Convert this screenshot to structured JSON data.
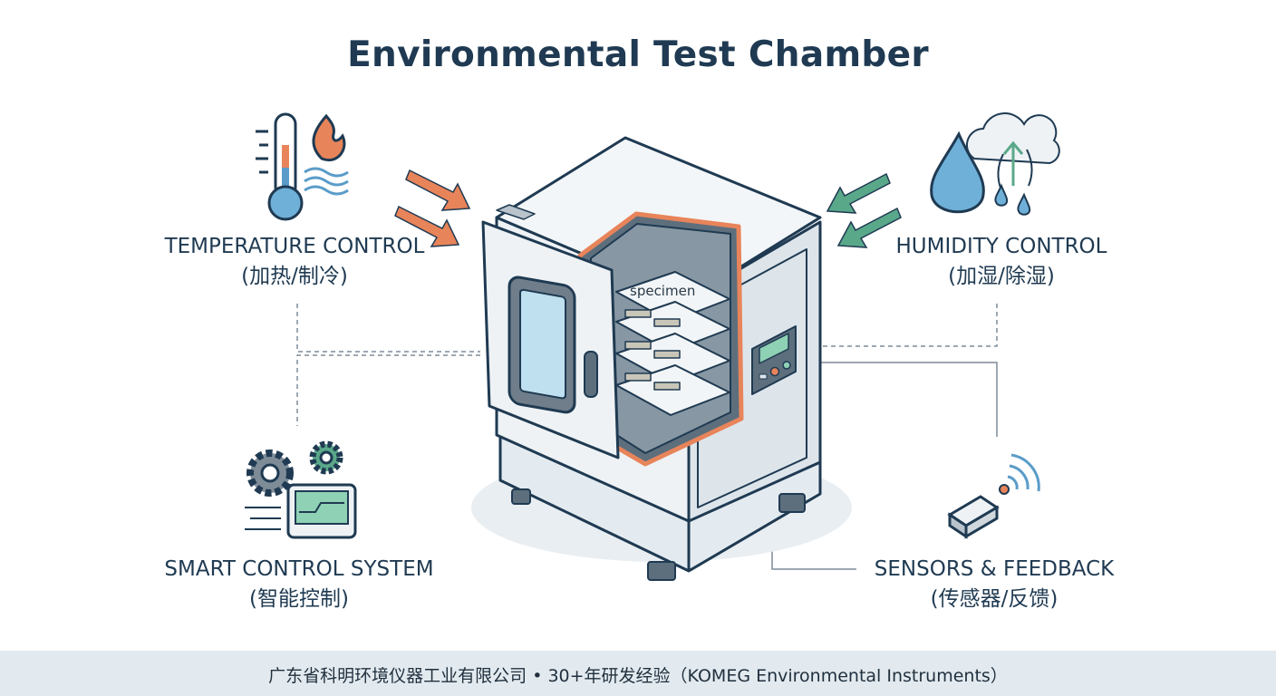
{
  "title": "Environmental Test Chamber",
  "chamber": {
    "specimen_label": "specimen"
  },
  "features": [
    {
      "name": "TEMPERATURE CONTROL",
      "sub": "(加热/制冷)",
      "icon": "thermometer-flame-icon",
      "accent": "#e8845a"
    },
    {
      "name": "HUMIDITY CONTROL",
      "sub": "(加湿/除湿)",
      "icon": "water-drop-cloud-icon",
      "accent": "#5aa88a"
    },
    {
      "name": "SMART CONTROL SYSTEM",
      "sub": "(智能控制)",
      "icon": "gears-screen-icon",
      "accent": "#5aa88a"
    },
    {
      "name": "SENSORS & FEEDBACK",
      "sub": "(传感器/反馈)",
      "icon": "wireless-sensor-icon",
      "accent": "#e8845a"
    }
  ],
  "footer": {
    "text": "广东省科明环境仪器工业有限公司 • 30+年研发经验（KOMEG Environmental Instruments）"
  },
  "colors": {
    "primary": "#1f3a52",
    "orange": "#e8845a",
    "green": "#5aa88a",
    "footer_bg": "#e2eaef"
  }
}
